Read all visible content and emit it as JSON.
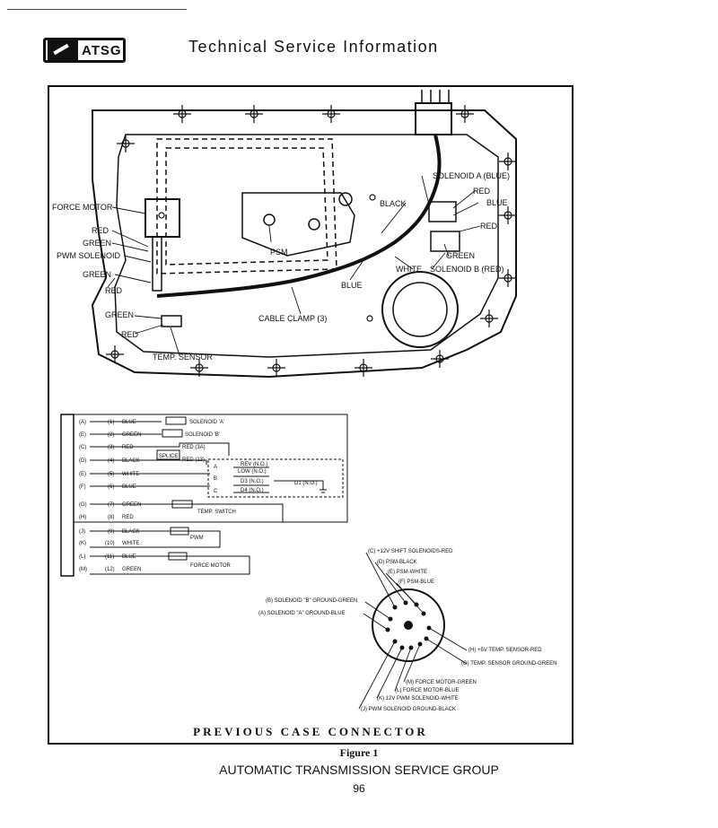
{
  "header": {
    "logo_text": "ATSG",
    "title": "Technical Service Information"
  },
  "diagram": {
    "labels": {
      "solenoid_a_blue": "SOLENOID A (BLUE)",
      "red_1": "RED",
      "blue_1": "BLUE",
      "black": "BLACK",
      "red_2": "RED",
      "force_motor": "FORCE MOTOR",
      "red_3": "RED",
      "green_1": "GREEN",
      "pwm_solenoid": "PWM SOLENOID",
      "green_2": "GREEN",
      "red_4": "RED",
      "psm": "PSM",
      "green_3": "GREEN",
      "white": "WHITE",
      "solenoid_b_red": "SOLENOID B (RED)",
      "blue_2": "BLUE",
      "green_4": "GREEN",
      "cable_clamp": "CABLE CLAMP (3)",
      "red_5": "RED",
      "temp_sensor": "TEMP. SENSOR"
    }
  },
  "schematic": {
    "rows": [
      {
        "pin": "(A)",
        "num": "(1)",
        "color": "BLUE",
        "note": "SOLENOID 'A'"
      },
      {
        "pin": "(E)",
        "num": "(2)",
        "color": "GREEN",
        "note": "SOLENOID 'B'"
      },
      {
        "pin": "(C)",
        "num": "(3)",
        "color": "RED",
        "note": "RED (3A)"
      },
      {
        "pin": "(D)",
        "num": "(4)",
        "color": "BLACK",
        "note": "RED (13)"
      },
      {
        "pin": "(E)",
        "num": "(5)",
        "color": "WHITE",
        "note": ""
      },
      {
        "pin": "(F)",
        "num": "(6)",
        "color": "BLUE",
        "note": ""
      },
      {
        "pin": "(G)",
        "num": "(7)",
        "color": "GREEN",
        "note": ""
      },
      {
        "pin": "(H)",
        "num": "(8)",
        "color": "RED",
        "note": "TEMP. SWITCH"
      },
      {
        "pin": "(J)",
        "num": "(9)",
        "color": "BLACK",
        "note": ""
      },
      {
        "pin": "(K)",
        "num": "(10)",
        "color": "WHITE",
        "note": "PWM"
      },
      {
        "pin": "(L)",
        "num": "(11)",
        "color": "BLUE",
        "note": ""
      },
      {
        "pin": "(M)",
        "num": "(12)",
        "color": "GREEN",
        "note": "FORCE MOTOR"
      }
    ],
    "splice": "SPLICE",
    "switches": {
      "a": "A",
      "b": "B",
      "c": "C",
      "rev": "REV (N.O.)",
      "low": "LOW (N.O.)",
      "d3": "D3 (N.O.)",
      "d4": "D4 (N.O.)",
      "d1": "D1 (N.O.)"
    }
  },
  "connector": {
    "callouts": [
      "(C) +12V SHIFT SOLENOIDS-RED",
      "(D) PSM-BLACK",
      "(E) PSM-WHITE",
      "(F) PSM-BLUE",
      "(B) SOLENOID \"B\" GROUND-GREEN",
      "(A) SOLENOID \"A\" GROUND-BLUE",
      "(H) +5V TEMP. SENSOR-RED",
      "(G) TEMP. SENSOR GROUND-GREEN",
      "(M) FORCE MOTOR-GREEN",
      "(L) FORCE MOTOR-BLUE",
      "(K) 12V PWM SOLENOID-WHITE",
      "(J) PWM SOLENOID GROUND-BLACK"
    ]
  },
  "captions": {
    "previous": "PREVIOUS CASE CONNECTOR",
    "figure": "Figure 1",
    "group": "AUTOMATIC TRANSMISSION SERVICE GROUP",
    "page": "96"
  }
}
